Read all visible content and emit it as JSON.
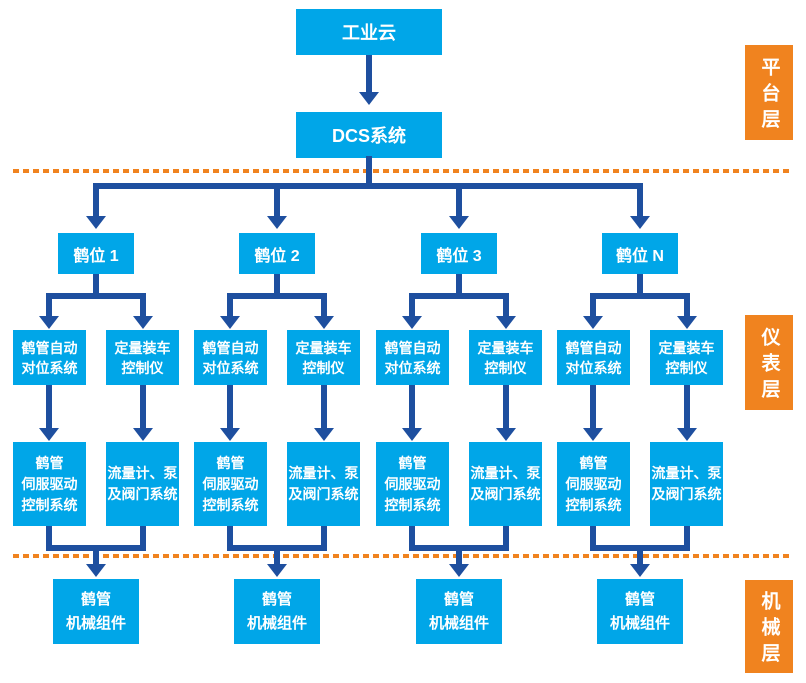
{
  "colors": {
    "box_cyan": "#00A6E8",
    "arrow_blue": "#1E4F9F",
    "layer_orange": "#F0831F",
    "text_white": "#FFFFFF"
  },
  "top": {
    "cloud_label": "工业云",
    "dcs_label": "DCS系统"
  },
  "layer_labels": [
    {
      "id": "platform",
      "label": "平台层"
    },
    {
      "id": "instrument",
      "label": "仪表层"
    },
    {
      "id": "mechanical",
      "label": "机械层"
    }
  ],
  "columns": [
    {
      "station": "鹤位 1",
      "alignment_system": "鹤管自动\n对位系统",
      "loading_controller": "定量装车\n控制仪",
      "servo_system": "鹤管\n伺服驱动\n控制系统",
      "flow_system": "流量计、泵\n及阀门系统",
      "mechanical": "鹤管\n机械组件"
    },
    {
      "station": "鹤位 2",
      "alignment_system": "鹤管自动\n对位系统",
      "loading_controller": "定量装车\n控制仪",
      "servo_system": "鹤管\n伺服驱动\n控制系统",
      "flow_system": "流量计、泵\n及阀门系统",
      "mechanical": "鹤管\n机械组件"
    },
    {
      "station": "鹤位 3",
      "alignment_system": "鹤管自动\n对位系统",
      "loading_controller": "定量装车\n控制仪",
      "servo_system": "鹤管\n伺服驱动\n控制系统",
      "flow_system": "流量计、泵\n及阀门系统",
      "mechanical": "鹤管\n机械组件"
    },
    {
      "station": "鹤位 N",
      "alignment_system": "鹤管自动\n对位系统",
      "loading_controller": "定量装车\n控制仪",
      "servo_system": "鹤管\n伺服驱动\n控制系统",
      "flow_system": "流量计、泵\n及阀门系统",
      "mechanical": "鹤管\n机械组件"
    }
  ]
}
